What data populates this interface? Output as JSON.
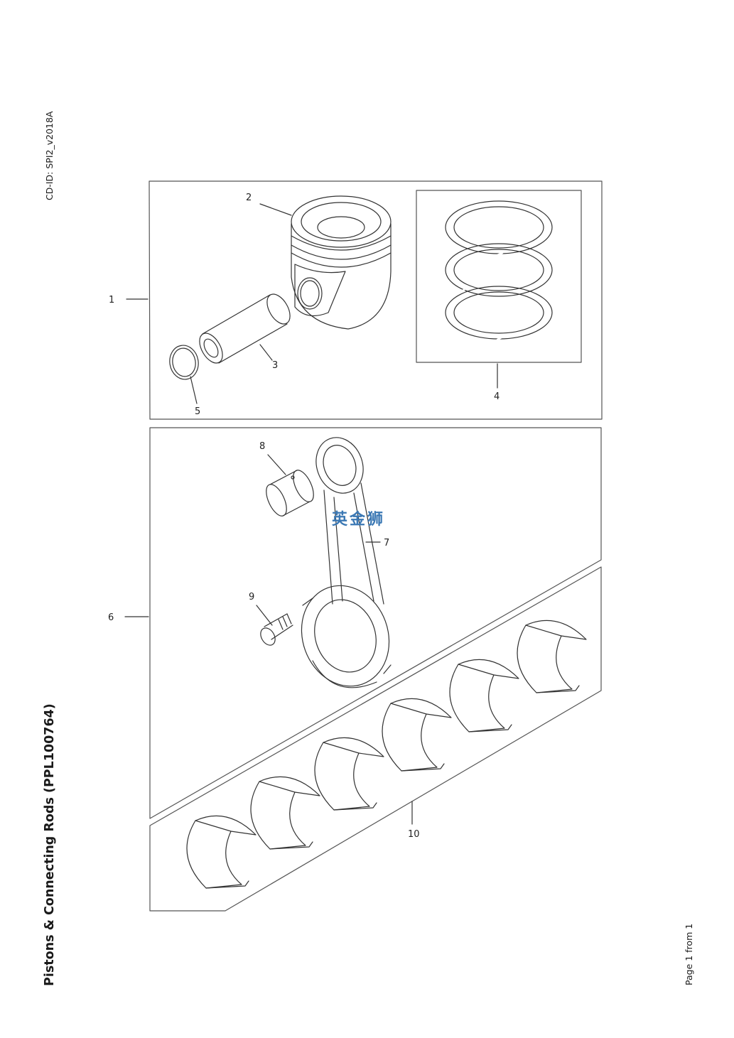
{
  "header": {
    "cd_id": "CD-ID: SPI2_v2018A"
  },
  "title": "Pistons & Connecting Rods (PPL100764)",
  "footer": {
    "page_info": "Page 1 from 1"
  },
  "watermark": {
    "text": "英金狮",
    "color": "#3b78b4"
  },
  "colors": {
    "line": "#333333",
    "frame": "#555555"
  },
  "callouts": [
    {
      "id": "1",
      "label": "1",
      "part": "piston-kit"
    },
    {
      "id": "2",
      "label": "2",
      "part": "piston"
    },
    {
      "id": "3",
      "label": "3",
      "part": "piston-pin"
    },
    {
      "id": "4",
      "label": "4",
      "part": "piston-ring-set"
    },
    {
      "id": "5",
      "label": "5",
      "part": "snap-ring"
    },
    {
      "id": "6",
      "label": "6",
      "part": "connecting-rod-kit"
    },
    {
      "id": "7",
      "label": "7",
      "part": "connecting-rod"
    },
    {
      "id": "8",
      "label": "8",
      "part": "small-end-bushing"
    },
    {
      "id": "9",
      "label": "9",
      "part": "connecting-rod-bolt"
    },
    {
      "id": "10",
      "label": "10",
      "part": "bearing-shell-set"
    }
  ]
}
